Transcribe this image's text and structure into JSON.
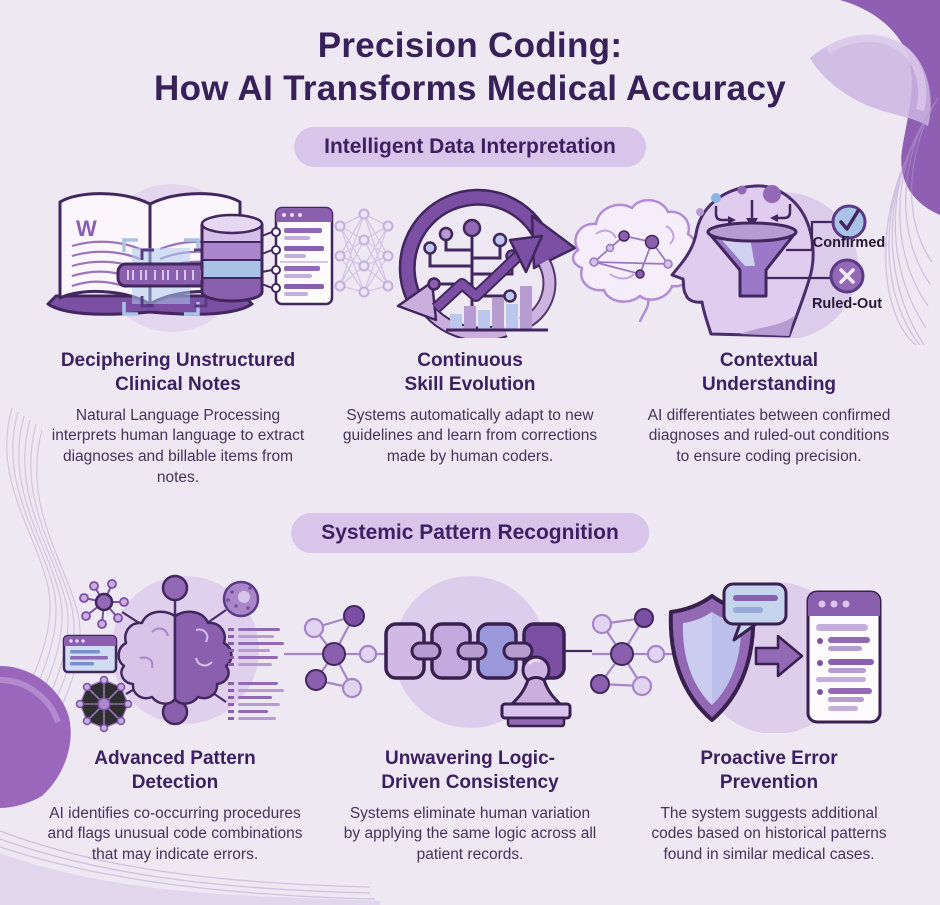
{
  "header": {
    "title_line1": "Precision Coding:",
    "title_line2": "How AI Transforms Medical Accuracy"
  },
  "colors": {
    "background": "#EDE8F2",
    "title_text": "#372158",
    "pill_background": "#D9C4EA",
    "body_text": "#43345A",
    "accent_dark": "#42265E",
    "accent": "#8A5FAE",
    "accent_light": "#C9AEDE",
    "accent_blue": "#A9C3E6"
  },
  "icons": {
    "book_letter": "W"
  },
  "sections": [
    {
      "label": "Intelligent Data Interpretation",
      "cards": [
        {
          "icon_name": "open-book-nlp-pipeline-icon",
          "title_lines": [
            "Deciphering Unstructured",
            "Clinical Notes"
          ],
          "description": "Natural Language Processing interprets human language to extract diagnoses and billable items from notes."
        },
        {
          "icon_name": "continuous-cycle-growth-icon",
          "title_lines": [
            "Continuous",
            "Skill Evolution"
          ],
          "description": "Systems automatically adapt to new guidelines and learn from corrections made by human coders."
        },
        {
          "icon_name": "head-funnel-filter-icon",
          "title_lines": [
            "Contextual",
            "Understanding"
          ],
          "description": "AI differentiates between confirmed diagnoses and ruled-out conditions to ensure coding precision.",
          "badges": [
            {
              "label": "Confirmed"
            },
            {
              "label": "Ruled-Out"
            }
          ]
        }
      ]
    },
    {
      "label": "Systemic Pattern Recognition",
      "cards": [
        {
          "icon_name": "brain-pattern-hub-icon",
          "title_lines": [
            "Advanced Pattern",
            "Detection"
          ],
          "description": "AI identifies co-occurring procedures and flags unusual code combinations that may indicate errors."
        },
        {
          "icon_name": "chain-links-stamp-icon",
          "title_lines": [
            "Unwavering Logic-",
            "Driven Consistency"
          ],
          "description": "Systems eliminate human variation by applying the same logic across all patient records."
        },
        {
          "icon_name": "shield-checklist-icon",
          "title_lines": [
            "Proactive Error",
            "Prevention"
          ],
          "description": "The system suggests additional codes based on historical patterns found in similar medical cases."
        }
      ]
    }
  ]
}
